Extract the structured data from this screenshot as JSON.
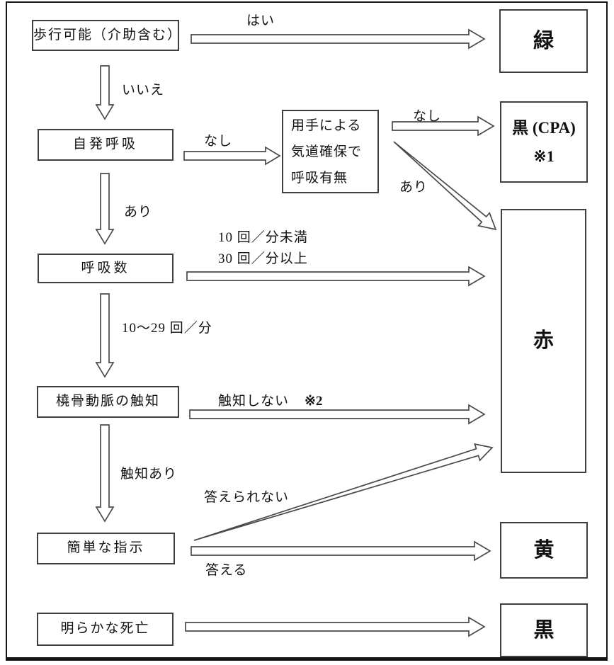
{
  "flowchart": {
    "nodes": {
      "walk": "歩行可能（介助含む）",
      "spontaneous_breathing": "自発呼吸",
      "respiratory_rate": "呼吸数",
      "radial_artery": "橈骨動脈の触知",
      "simple_commands": "簡単な指示",
      "obvious_death": "明らかな死亡",
      "airway_line1": "用手による",
      "airway_line2": "気道確保で",
      "airway_line3": "呼吸有無",
      "green": "緑",
      "black_cpa_line1": "黒 (CPA)",
      "black_cpa_line2": "※1",
      "red": "赤",
      "yellow": "黄",
      "black": "黒"
    },
    "edge_labels": {
      "yes": "はい",
      "no": "いいえ",
      "none_breathing": "なし",
      "none_after_airway": "なし",
      "present_after_airway": "あり",
      "present_breathing": "あり",
      "rate_under_10": "10 回／分未満",
      "rate_over_30": "30 回／分以上",
      "rate_10_29": "10～29 回／分",
      "no_palpation": "触知しない",
      "note2": "※2",
      "palpation_present": "触知あり",
      "cannot_answer": "答えられない",
      "answers": "答える"
    }
  }
}
